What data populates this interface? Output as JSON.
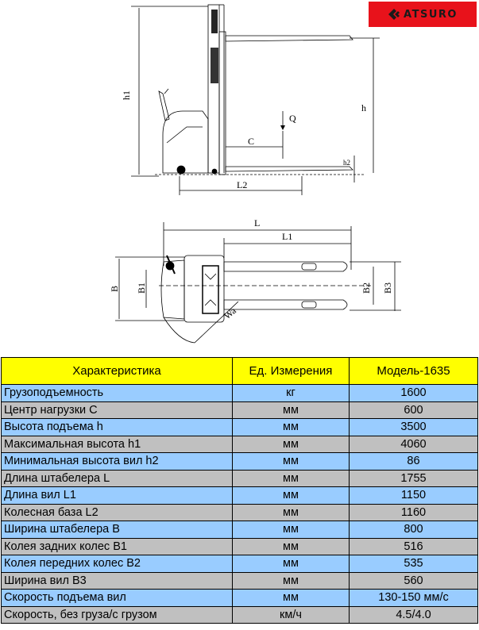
{
  "logo": {
    "text": "ATSURO",
    "color": "#e8121b"
  },
  "drawing": {
    "labels": {
      "h1": "h1",
      "h": "h",
      "q": "Q",
      "c": "C",
      "h2": "h2",
      "l2": "L2",
      "l": "L",
      "l1": "L1",
      "b": "B",
      "b1": "B1",
      "b2": "B2",
      "b3": "B3",
      "wa": "Wa"
    }
  },
  "table": {
    "headers": [
      "Характеристика",
      "Ед. Измерения",
      "Модель-1635"
    ],
    "header_color": "#ffff00",
    "row_colors": [
      "#99ccff",
      "#c0c0c0"
    ],
    "rows": [
      [
        "Грузоподъемность",
        "кг",
        "1600"
      ],
      [
        "Центр нагрузки С",
        "мм",
        "600"
      ],
      [
        "Высота подъема h",
        "мм",
        "3500"
      ],
      [
        "Максимальная высота h1",
        "мм",
        "4060"
      ],
      [
        "Минимальная высота вил h2",
        "мм",
        "86"
      ],
      [
        "Длина штабелера L",
        "мм",
        "1755"
      ],
      [
        "Длина вил L1",
        "мм",
        "1150"
      ],
      [
        "Колесная база L2",
        "мм",
        "1160"
      ],
      [
        "Ширина штабелера B",
        "мм",
        "800"
      ],
      [
        "Колея задних колес B1",
        "мм",
        "516"
      ],
      [
        "Колея передних колес B2",
        "мм",
        "535"
      ],
      [
        "Ширина вил B3",
        "мм",
        "560"
      ],
      [
        "Скорость подъема вил",
        "мм",
        "130-150 мм/с"
      ],
      [
        "Скорость, без груза/с грузом",
        "км/ч",
        "4.5/4.0"
      ]
    ]
  }
}
